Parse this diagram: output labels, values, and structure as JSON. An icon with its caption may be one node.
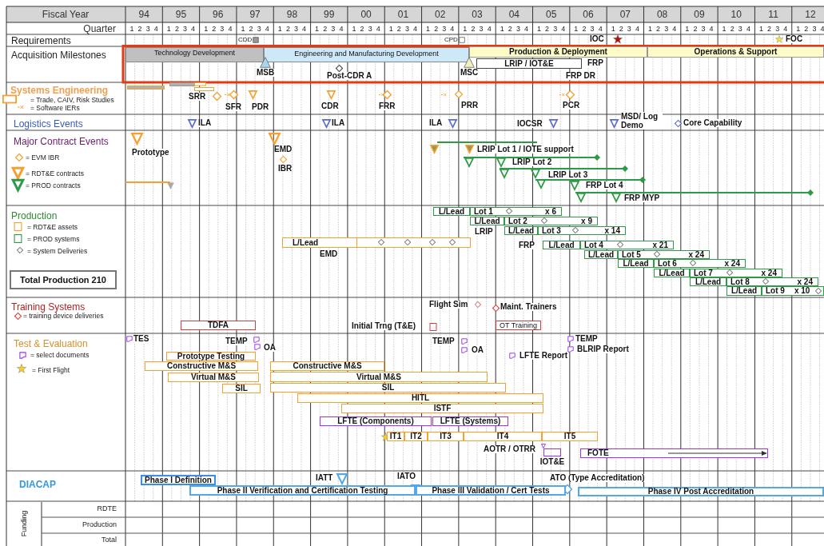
{
  "diagram": {
    "nodes": [
      {
        "text": [
          "Technology Development"
        ]
      },
      {
        "text": [
          "Engineering and Manufacturing Development"
        ]
      },
      {
        "text": [
          "Production & Deployment"
        ]
      },
      {
        "text": [
          "Operations & Support"
        ]
      },
      {
        "text": [
          "LRIP / IOT&E"
        ]
      },
      {
        "text": [
          "Total Production 210"
        ]
      },
      {
        "text": [
          "L/Lead"
        ]
      },
      {
        "text": [
          "L/Lead"
        ]
      },
      {
        "text": [
          "Lot 1",
          "x 6"
        ]
      },
      {
        "text": [
          "L/Lead"
        ]
      },
      {
        "text": [
          "Lot 2",
          "x 9"
        ]
      },
      {
        "text": [
          "L/Lead"
        ]
      },
      {
        "text": [
          "Lot 3",
          "x 14"
        ]
      },
      {
        "text": [
          "L/Lead"
        ]
      },
      {
        "text": [
          "Lot 4",
          "x 21"
        ]
      },
      {
        "text": [
          "L/Lead"
        ]
      },
      {
        "text": [
          "Lot 5",
          "x 24"
        ]
      },
      {
        "text": [
          "L/Lead"
        ]
      },
      {
        "text": [
          "Lot 6",
          "x 24"
        ]
      },
      {
        "text": [
          "L/Lead"
        ]
      },
      {
        "text": [
          "Lot 7",
          "x 24"
        ]
      },
      {
        "text": [
          "L/Lead"
        ]
      },
      {
        "text": [
          "Lot 8",
          "x 24"
        ]
      },
      {
        "text": [
          "L/Lead"
        ]
      },
      {
        "text": [
          "Lot 9",
          "x 10"
        ]
      },
      {
        "text": [
          "TDFA"
        ]
      },
      {
        "text": [
          "OT Training"
        ]
      },
      {
        "text": [
          "Prototype Testing"
        ]
      },
      {
        "text": [
          "Constructive M&S"
        ]
      },
      {
        "text": [
          "Constructive M&S"
        ]
      },
      {
        "text": [
          "Virtual M&S"
        ]
      },
      {
        "text": [
          "Virtual M&S"
        ]
      },
      {
        "text": [
          "SIL"
        ]
      },
      {
        "text": [
          "SIL"
        ]
      },
      {
        "text": [
          "HITL"
        ]
      },
      {
        "text": [
          "ISTF"
        ]
      },
      {
        "text": [
          "LFTE (Components)"
        ]
      },
      {
        "text": [
          "LFTE (Systems)"
        ]
      },
      {
        "text": [
          "IT1"
        ]
      },
      {
        "text": [
          "IT2"
        ]
      },
      {
        "text": [
          "IT3"
        ]
      },
      {
        "text": [
          "IT4"
        ]
      },
      {
        "text": [
          "IT5"
        ]
      },
      {
        "text": [
          "IOT&E"
        ]
      },
      {
        "text": [
          "FOTE"
        ]
      },
      {
        "text": [
          "Phase I Definition"
        ]
      },
      {
        "text": [
          "Phase II Verification and Certification Testing"
        ]
      },
      {
        "text": [
          "Phase III Validation / Cert Tests"
        ]
      },
      {
        "text": [
          "Phase IV Post Accreditation"
        ]
      },
      {
        "text": [
          "MSB"
        ]
      },
      {
        "text": [
          "MSC"
        ]
      }
    ],
    "labels": [
      "Fiscal Year",
      "94",
      "95",
      "96",
      "97",
      "98",
      "99",
      "00",
      "01",
      "02",
      "03",
      "04",
      "05",
      "06",
      "07",
      "08",
      "09",
      "10",
      "11",
      "12",
      "Quarter",
      "1 2 3 4",
      "1 2 3 4",
      "1 2 3 4",
      "1 2 3 4",
      "1 2 3 4",
      "1 2 3 4",
      "1 2 3 4",
      "1 2 3 4",
      "1 2 3 4",
      "1 2 3 4",
      "1 2 3 4",
      "1 2 3 4",
      "1 2 3 4",
      "1 2 3 4",
      "1 2 3 4",
      "1 2 3 4",
      "1 2 3 4",
      "1 2 3 4",
      "1 2 3 4",
      "Requirements",
      "CDD",
      "CPD",
      "IOC",
      "FOC",
      "Acquisition Milestones",
      "Post-CDR A",
      "FRP",
      "FRP DR",
      "Systems Engineering",
      "SRR",
      "SFR",
      "PDR",
      "CDR",
      "FRR",
      "PRR",
      "PCR",
      "Logistics Events",
      "ILA",
      "ILA",
      "ILA",
      "IOCSR",
      "MSD/ Log Demo",
      "Core Capability",
      "Major Contract Events",
      "Prototype",
      "EMD",
      "IBR",
      "LRIP Lot 1 / IOTE support",
      "LRIP Lot 2",
      "LRIP Lot 3",
      "FRP Lot 4",
      "FRP MYP",
      "Production",
      "LRIP",
      "FRP",
      "EMD",
      "Training Systems",
      "Flight Sim",
      "Maint. Trainers",
      "Initial Trng (T&E)",
      "Test & Evaluation",
      "TES",
      "TEMP",
      "OA",
      "TEMP",
      "OA",
      "LFTE Report",
      "TEMP",
      "BLRIP Report",
      "AOTR / OTRR",
      "DIACAP",
      "IATT",
      "IATO",
      "ATO (Type Accreditation)",
      "Funding",
      "RDTE",
      "Production",
      "Total"
    ],
    "legend": [
      {
        "text": "= Trade, CAIV, Risk Studies"
      },
      {
        "text": "= Software IERs"
      },
      {
        "text": "= EVM IBR"
      },
      {
        "text": "= RDT&E contracts"
      },
      {
        "text": "= PROD contracts"
      },
      {
        "text": "= RDT&E assets"
      },
      {
        "text": "= PROD systems"
      },
      {
        "text": "= System Deliveries"
      },
      {
        "text": "= training device deliveries"
      },
      {
        "text": "= select documents"
      },
      {
        "text": "= First Flight"
      }
    ]
  }
}
